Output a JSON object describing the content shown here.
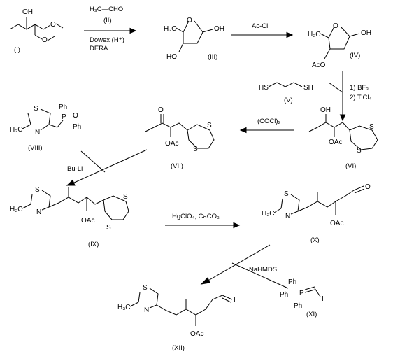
{
  "compounds": [
    {
      "label": "(I)"
    },
    {
      "label": "(II)"
    },
    {
      "label": "(III)"
    },
    {
      "label": "(IV)"
    },
    {
      "label": "(V)"
    },
    {
      "label": "(VI)"
    },
    {
      "label": "(VII)"
    },
    {
      "label": "(VIII)"
    },
    {
      "label": "(IX)"
    },
    {
      "label": "(X)"
    },
    {
      "label": "(XI)"
    },
    {
      "label": "(XII)"
    }
  ],
  "atoms": {
    "OH": "OH",
    "O": "O",
    "S": "S",
    "N": "N",
    "HO": "HO",
    "AcO": "AcO",
    "OAc": "OAc",
    "H3C": "H₃C",
    "CHO": "CHO",
    "P": "P",
    "Ph": "Ph",
    "I": "I",
    "SH": "SH",
    "HS": "HS"
  },
  "reagents": {
    "acetaldehyde": "H₃C—CHO",
    "dowex": "Dowex (H⁺)",
    "dera": "DERA",
    "acetyl_chloride": "Ac-Cl",
    "bf3": "1) BF₃",
    "ticl4": "2) TiCl₄",
    "oxalyl_chloride": "(COCl)₂",
    "buli": "Bu-Li",
    "hgclo4": "HgClO₄, CaCO₃",
    "nahmds": "NaHMDS"
  }
}
